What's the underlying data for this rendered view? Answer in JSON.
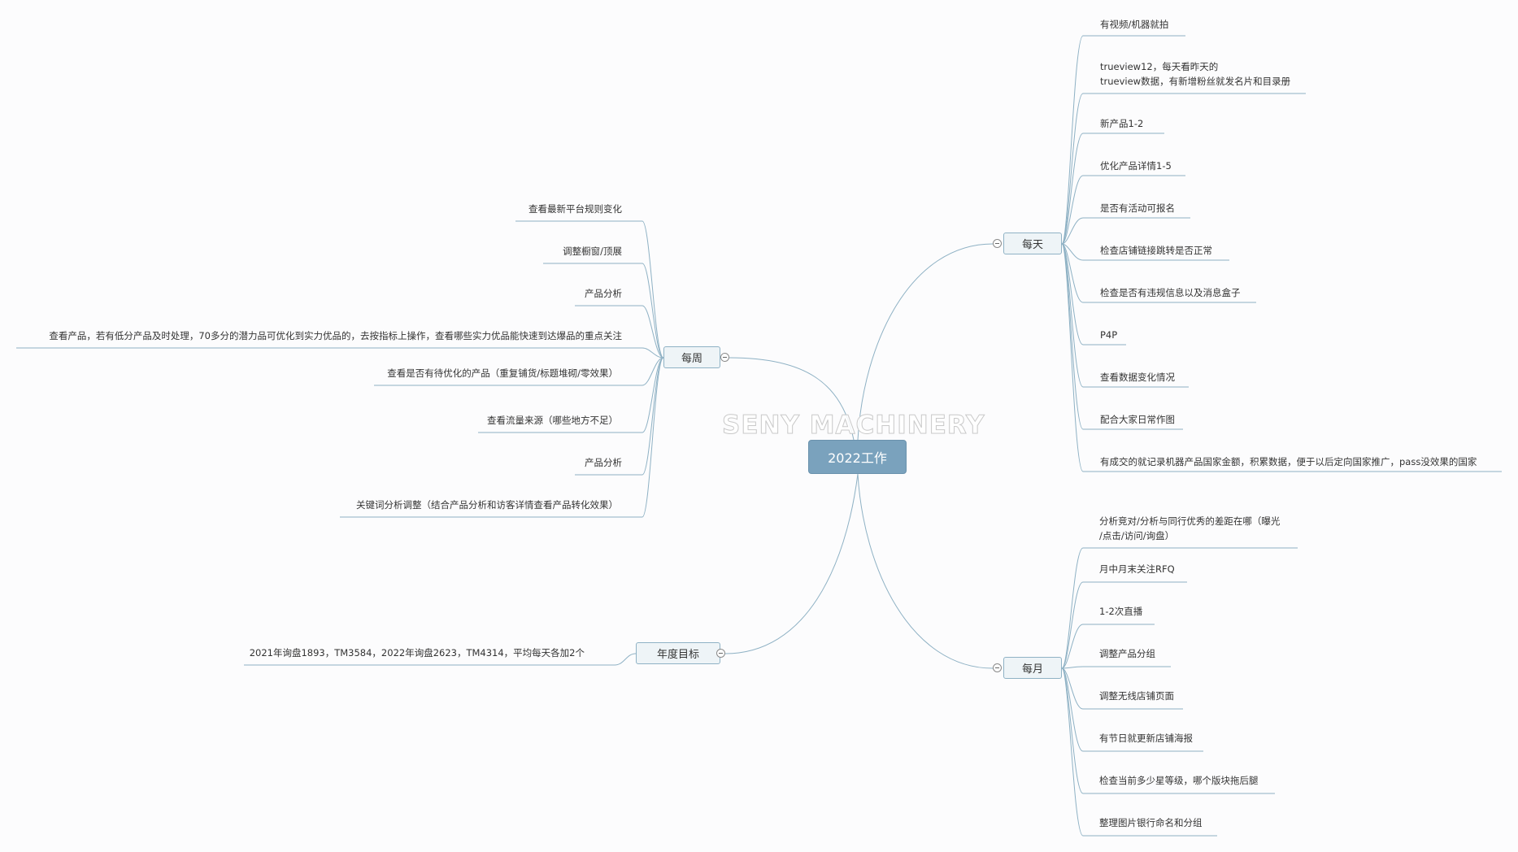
{
  "root": {
    "label": "2022工作"
  },
  "watermark": "SENY MACHINERY",
  "colors": {
    "line": "#8eb1c4",
    "root_fill": "#7aa2bd",
    "branch_fill": "#eef4f7"
  },
  "branches": {
    "daily": {
      "label": "每天",
      "items": [
        "有视频/机器就拍",
        "trueview12，每天看昨天的\ntrueview数据，有新增粉丝就发名片和目录册",
        "新产品1-2",
        "优化产品详情1-5",
        "是否有活动可报名",
        "检查店铺链接跳转是否正常",
        "检查是否有违规信息以及消息盒子",
        "P4P",
        "查看数据变化情况",
        "配合大家日常作图",
        "有成交的就记录机器产品国家金额，积累数据，便于以后定向国家推广，pass没效果的国家"
      ]
    },
    "weekly": {
      "label": "每周",
      "items": [
        "查看最新平台规则变化",
        "调整橱窗/顶展",
        "产品分析",
        "查看产品，若有低分产品及时处理，70多分的潜力品可优化到实力优品的，去按指标上操作，查看哪些实力优品能快速到达爆品的重点关注",
        "查看是否有待优化的产品（重复铺货/标题堆砌/零效果）",
        "查看流量来源（哪些地方不足）",
        "产品分析",
        "关键词分析调整（结合产品分析和访客详情查看产品转化效果）"
      ]
    },
    "monthly": {
      "label": "每月",
      "items": [
        "分析竞对/分析与同行优秀的差距在哪（曝光\n/点击/访问/询盘）",
        "月中月末关注RFQ",
        "1-2次直播",
        "调整产品分组",
        "调整无线店铺页面",
        "有节日就更新店铺海报",
        "检查当前多少星等级，哪个版块拖后腿",
        "整理图片银行命名和分组"
      ]
    },
    "annual": {
      "label": "年度目标",
      "items": [
        "2021年询盘1893，TM3584，2022年询盘2623，TM4314，平均每天各加2个"
      ]
    }
  }
}
